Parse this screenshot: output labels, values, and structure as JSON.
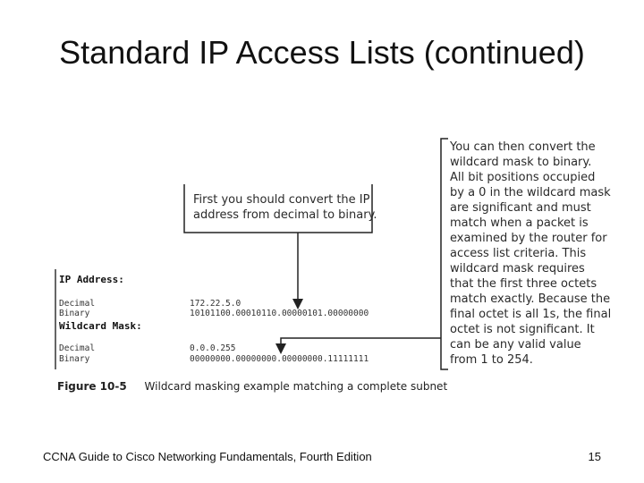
{
  "slide": {
    "title": "Standard IP Access Lists (continued)",
    "page_number": "15",
    "footer": "CCNA Guide to Cisco Networking Fundamentals, Fourth Edition"
  },
  "figure": {
    "callout_left": [
      "First you should convert the IP",
      "address from decimal to binary."
    ],
    "callout_right": [
      "You can then convert the",
      "wildcard mask to binary.",
      "All bit positions occupied",
      "by a 0 in the wildcard mask",
      "are significant and must",
      "match when a packet is",
      "examined by the router for",
      "access list criteria. This",
      "wildcard mask requires",
      "that the first three octets",
      "match exactly. Because the",
      "final octet is all 1s, the final",
      "octet is not significant. It",
      "can be any valid value",
      "from 1 to 254."
    ],
    "ip_address_heading": "IP Address:",
    "ip_decimal_label": "Decimal",
    "ip_decimal_value": "172.22.5.0",
    "ip_binary_label": "Binary",
    "ip_binary_value": "10101100.00010110.00000101.00000000",
    "wildcard_heading": "Wildcard Mask:",
    "wc_decimal_label": "Decimal",
    "wc_decimal_value": "0.0.0.255",
    "wc_binary_label": "Binary",
    "wc_binary_value": "00000000.00000000.00000000.11111111",
    "caption_label": "Figure 10-5",
    "caption_text": "Wildcard masking example matching a complete subnet"
  }
}
